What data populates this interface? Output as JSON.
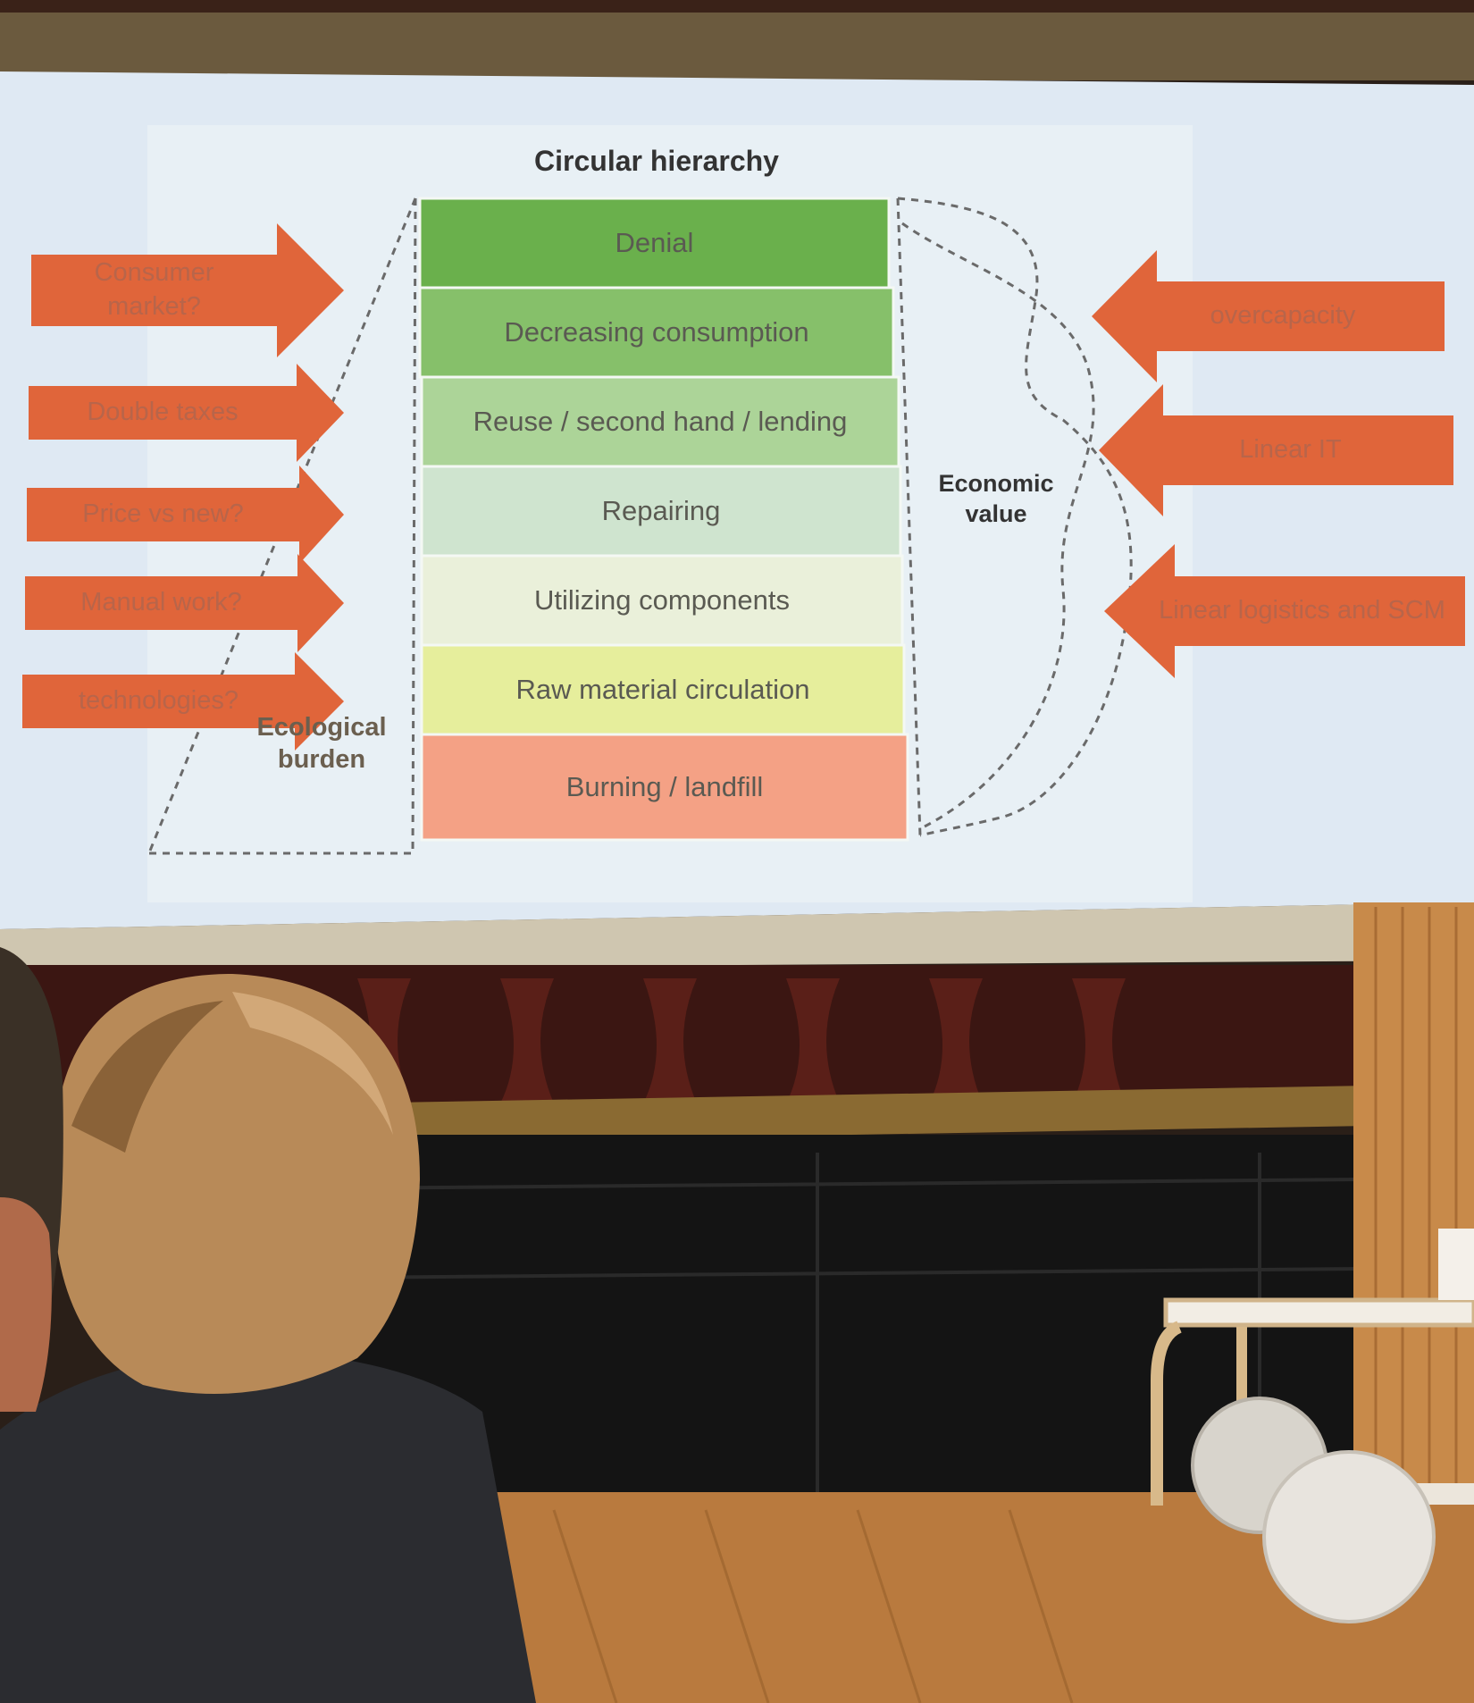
{
  "slide": {
    "title": "Circular hierarchy",
    "layers": [
      {
        "label": "Denial",
        "color": "#6ab04c"
      },
      {
        "label": "Decreasing consumption",
        "color": "#86c06a"
      },
      {
        "label": "Reuse / second hand / lending",
        "color": "#acd498"
      },
      {
        "label": "Repairing",
        "color": "#cfe4cf"
      },
      {
        "label": "Utilizing components",
        "color": "#eaf0da"
      },
      {
        "label": "Raw material circulation",
        "color": "#e6ee9c"
      },
      {
        "label": "Burning / landfill",
        "color": "#f4a185"
      }
    ],
    "left_caption": {
      "line1": "Ecological",
      "line2": "burden"
    },
    "right_caption": {
      "line1": "Economic",
      "line2": "value"
    },
    "left_arrows": [
      {
        "line1": "Consumer",
        "line2": "market?"
      },
      {
        "line1": "Double taxes"
      },
      {
        "line1": "Price vs new?"
      },
      {
        "line1": "Manual work?"
      },
      {
        "line1": "technologies?"
      }
    ],
    "right_arrows": [
      {
        "line1": "overcapacity"
      },
      {
        "line1": "Linear IT"
      },
      {
        "line1": "Linear logistics and SCM"
      }
    ],
    "colors": {
      "arrow": "#e0653a",
      "screen": "#dfeaf4",
      "slide_bg": "#e8f0f5"
    }
  }
}
